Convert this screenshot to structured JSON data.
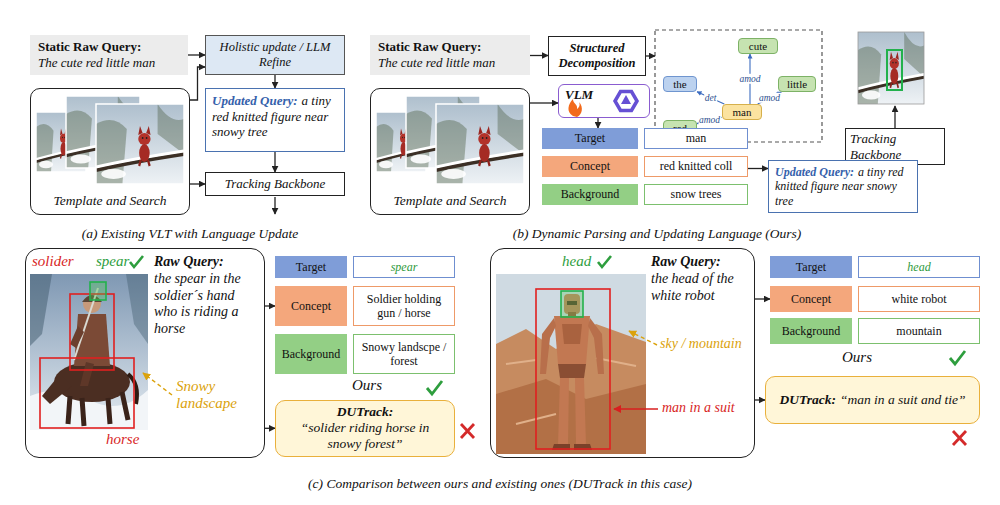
{
  "diagram": {
    "nodes": [
      {
        "text": [
          "Static Raw Query:",
          "The cute red little man"
        ]
      },
      {
        "text": [
          "Holistic update / LLM Refine"
        ]
      },
      {
        "text": [
          "Updated Query:",
          "a tiny red knitted figure near snowy tree"
        ]
      },
      {
        "text": [
          "Template and Search"
        ]
      },
      {
        "text": [
          "Tracking Backbone"
        ]
      },
      {
        "text": [
          "Static Raw Query:",
          "The cute red little man"
        ]
      },
      {
        "text": [
          "Structured Decomposition"
        ]
      },
      {
        "text": [
          "cute"
        ]
      },
      {
        "text": [
          "the"
        ]
      },
      {
        "text": [
          "little"
        ]
      },
      {
        "text": [
          "man"
        ]
      },
      {
        "text": [
          "red"
        ]
      },
      {
        "text": [
          "Template and Search"
        ]
      },
      {
        "text": [
          "VLM"
        ]
      },
      {
        "text": [
          "Target"
        ]
      },
      {
        "text": [
          "man"
        ]
      },
      {
        "text": [
          "Concept"
        ]
      },
      {
        "text": [
          "red knitted coll"
        ]
      },
      {
        "text": [
          "Background"
        ]
      },
      {
        "text": [
          "snow trees"
        ]
      },
      {
        "text": [
          "Tracking Backbone"
        ]
      },
      {
        "text": [
          "Updated Query:",
          "a tiny red knitted figure near snowy tree"
        ]
      },
      {
        "text": [
          "Raw Query:",
          "the spear in the soldier´s hand who is riding a horse"
        ]
      },
      {
        "text": [
          "Target"
        ]
      },
      {
        "text": [
          "spear"
        ]
      },
      {
        "text": [
          "Concept"
        ]
      },
      {
        "text": [
          "Soldier holding gun / horse"
        ]
      },
      {
        "text": [
          "Background"
        ]
      },
      {
        "text": [
          "Snowy landscpe / forest"
        ]
      },
      {
        "text": [
          "DUTrack:",
          "“solider riding horse in snowy forest”"
        ]
      },
      {
        "text": [
          "Raw Query:",
          "the head of the white robot"
        ]
      },
      {
        "text": [
          "Target"
        ]
      },
      {
        "text": [
          "head"
        ]
      },
      {
        "text": [
          "Concept"
        ]
      },
      {
        "text": [
          "white robot"
        ]
      },
      {
        "text": [
          "Background"
        ]
      },
      {
        "text": [
          "mountain"
        ]
      },
      {
        "text": [
          "DUTrack:",
          "“man in a suit and tie”"
        ]
      }
    ],
    "edges": [
      {
        "from": 0,
        "to": 1,
        "arrow": "to"
      },
      {
        "from": 1,
        "to": 2,
        "arrow": "to"
      },
      {
        "from": 3,
        "to": 1,
        "arrow": "to"
      },
      {
        "from": 2,
        "to": 4,
        "arrow": "to"
      },
      {
        "from": 3,
        "to": 4,
        "arrow": "to"
      },
      {
        "from": 5,
        "to": 6,
        "arrow": "to"
      },
      {
        "from": 10,
        "to": 7,
        "label": "amod",
        "arrow": "to"
      },
      {
        "from": 10,
        "to": 8,
        "label": "det",
        "arrow": "to"
      },
      {
        "from": 10,
        "to": 9,
        "label": "amod",
        "arrow": "to"
      },
      {
        "from": 10,
        "to": 11,
        "label": "amod",
        "arrow": "to"
      },
      {
        "from": 12,
        "to": 13,
        "arrow": "to"
      },
      {
        "from": 13,
        "to": 14,
        "arrow": "to"
      },
      {
        "from": 17,
        "to": 21,
        "arrow": "to"
      },
      {
        "from": 21,
        "to": 20,
        "arrow": "to"
      },
      {
        "from": 22,
        "to": 25,
        "arrow": "to"
      },
      {
        "from": 22,
        "to": 29,
        "arrow": "to"
      },
      {
        "from": 30,
        "to": 33,
        "arrow": "to"
      },
      {
        "from": 30,
        "to": 37,
        "arrow": "to"
      }
    ],
    "labels": [
      "(a) Existing VLT with Language Update",
      "(b) Dynamic Parsing and Updating Language (Ours)",
      "solider",
      "spear",
      "horse",
      "Snowy landscape",
      "Ours",
      "head",
      "sky / mountain",
      "man in a suit",
      "Ours",
      "(c) Comparison between ours and existing ones (DUTrack in this case)"
    ]
  }
}
